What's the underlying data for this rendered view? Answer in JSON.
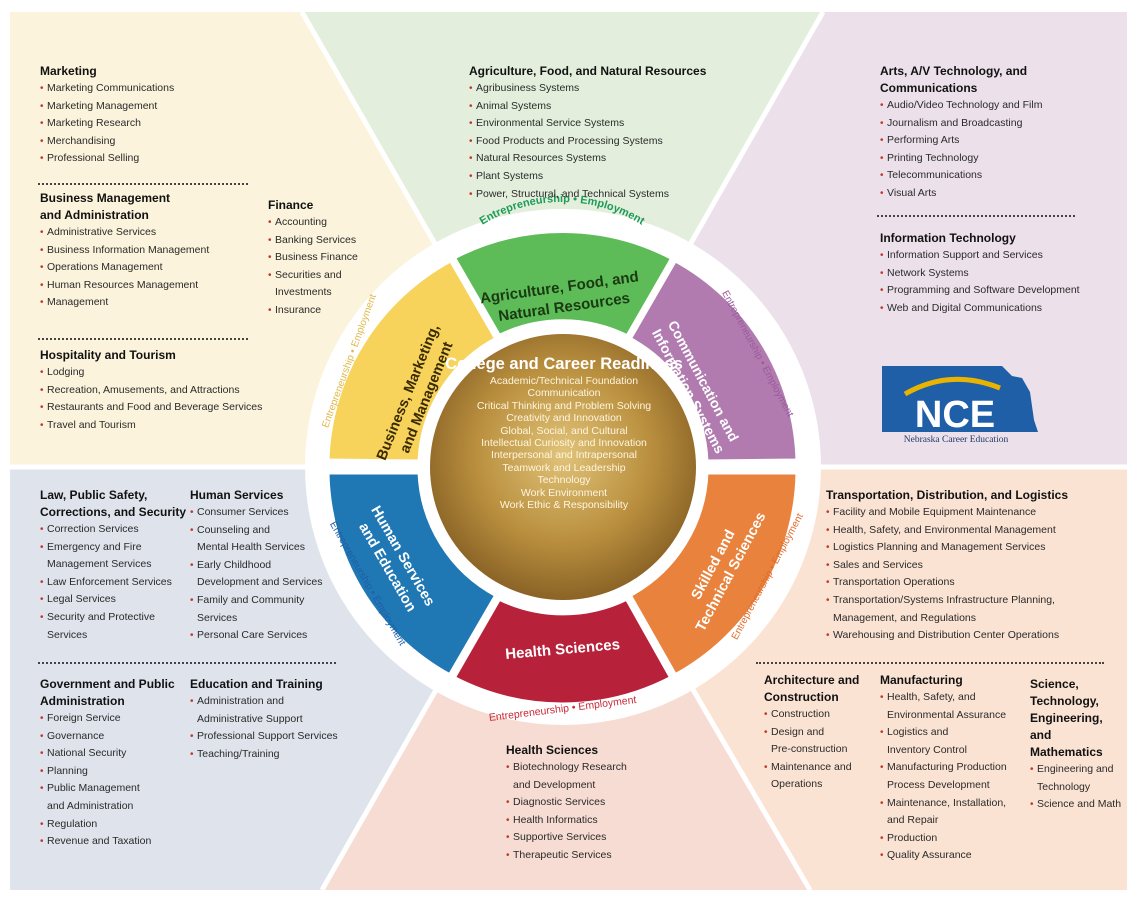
{
  "colors": {
    "yellow_panel": "#fbf3db",
    "green_panel": "#e3efdc",
    "purple_panel": "#ece0ea",
    "blue_panel": "#dee3ec",
    "pink_panel": "#f7dcd3",
    "orange_panel": "#fbe3d3",
    "cluster_yellow": "#f7d35c",
    "cluster_green": "#5dbb58",
    "cluster_purple": "#b17bb0",
    "cluster_orange": "#e8823c",
    "cluster_red": "#b7223a",
    "cluster_blue": "#1f77b4",
    "ring_text": "#1d9b57",
    "core_gold": "#b8903c",
    "nce_blue": "#1e5fa8",
    "nce_gold": "#e8b400"
  },
  "ring_label": "Entrepreneurship • Employment",
  "clusters": {
    "agriculture": "Agriculture, Food, and Natural Resources",
    "communication": "Communication and Information Systems",
    "skilled": "Skilled and Technical Sciences",
    "health": "Health Sciences",
    "human_services": "Human Services and Education",
    "business": "Business, Marketing, and Management"
  },
  "core": {
    "title": "College and Career Readiness",
    "items": [
      "Academic/Technical Foundation",
      "Communication",
      "Critical Thinking and Problem Solving",
      "Creativity and Innovation",
      "Global, Social, and Cultural",
      "Intellectual Curiosity and Innovation",
      "Interpersonal and Intrapersonal",
      "Teamwork and Leadership",
      "Technology",
      "Work Environment",
      "Work Ethic & Responsibility"
    ]
  },
  "logo": {
    "text": "NCE",
    "caption": "Nebraska Career Education"
  },
  "pathways": {
    "marketing": {
      "title": "Marketing",
      "items": [
        "Marketing Communications",
        "Marketing Management",
        "Marketing Research",
        "Merchandising",
        "Professional Selling"
      ]
    },
    "business_mgmt": {
      "title1": "Business Management",
      "title2": "and Administration",
      "items": [
        "Administrative Services",
        "Business Information Management",
        "Operations Management",
        "Human Resources Management",
        "Management"
      ]
    },
    "finance": {
      "title": "Finance",
      "items": [
        "Accounting",
        "Banking Services",
        "Business Finance",
        "Securities and",
        "Investments",
        "Insurance"
      ]
    },
    "hospitality": {
      "title": "Hospitality and Tourism",
      "items": [
        "Lodging",
        "Recreation, Amusements, and Attractions",
        "Restaurants and Food and Beverage Services",
        "Travel and Tourism"
      ]
    },
    "agriculture": {
      "title": "Agriculture, Food, and Natural Resources",
      "items": [
        "Agribusiness Systems",
        "Animal Systems",
        "Environmental Service Systems",
        "Food Products and Processing Systems",
        "Natural Resources Systems",
        "Plant Systems",
        "Power, Structural, and Technical Systems"
      ]
    },
    "arts": {
      "title1": "Arts, A/V Technology, and",
      "title2": "Communications",
      "items": [
        "Audio/Video Technology and Film",
        "Journalism and Broadcasting",
        "Performing Arts",
        "Printing Technology",
        "Telecommunications",
        "Visual Arts"
      ]
    },
    "it": {
      "title": "Information Technology",
      "items": [
        "Information Support and Services",
        "Network Systems",
        "Programming and Software Development",
        "Web and Digital Communications"
      ]
    },
    "law": {
      "title1": "Law, Public Safety,",
      "title2": "Corrections, and Security",
      "items": [
        "Correction Services",
        "Emergency and Fire",
        "Management Services",
        "Law Enforcement Services",
        "Legal Services",
        "Security and Protective",
        "Services"
      ]
    },
    "human_services": {
      "title": "Human Services",
      "items": [
        "Consumer Services",
        "Counseling and",
        "Mental Health Services",
        "Early Childhood",
        "Development and Services",
        "Family and Community",
        "Services",
        "Personal Care Services"
      ]
    },
    "government": {
      "title1": "Government and Public",
      "title2": "Administration",
      "items": [
        "Foreign Service",
        "Governance",
        "National Security",
        "Planning",
        "Public Management",
        "and Administration",
        "Regulation",
        "Revenue and Taxation"
      ]
    },
    "education": {
      "title": "Education and Training",
      "items": [
        "Administration and",
        "Administrative Support",
        "Professional Support Services",
        "Teaching/Training"
      ]
    },
    "transportation": {
      "title": "Transportation, Distribution, and Logistics",
      "items": [
        "Facility and Mobile Equipment Maintenance",
        "Health, Safety, and Environmental Management",
        "Logistics Planning and Management Services",
        "Sales and Services",
        "Transportation Operations",
        "Transportation/Systems Infrastructure Planning,",
        "Management, and Regulations",
        "Warehousing and Distribution Center Operations"
      ]
    },
    "architecture": {
      "title1": "Architecture and",
      "title2": "Construction",
      "items": [
        "Construction",
        "Design and",
        "Pre-construction",
        "Maintenance and",
        "Operations"
      ]
    },
    "manufacturing": {
      "title": "Manufacturing",
      "items": [
        "Health, Safety, and",
        "Environmental Assurance",
        "Logistics and",
        "Inventory Control",
        "Manufacturing Production",
        "Process Development",
        "Maintenance, Installation,",
        "and Repair",
        "Production",
        "Quality Assurance"
      ]
    },
    "stem": {
      "title1": "Science,",
      "title2": "Technology,",
      "title3": "Engineering,",
      "title4": "and Mathematics",
      "items": [
        "Engineering and",
        "Technology",
        "Science and Math"
      ]
    },
    "health": {
      "title": "Health Sciences",
      "items": [
        "Biotechnology Research",
        "and Development",
        "Diagnostic Services",
        "Health Informatics",
        "Supportive Services",
        "Therapeutic Services"
      ]
    }
  }
}
